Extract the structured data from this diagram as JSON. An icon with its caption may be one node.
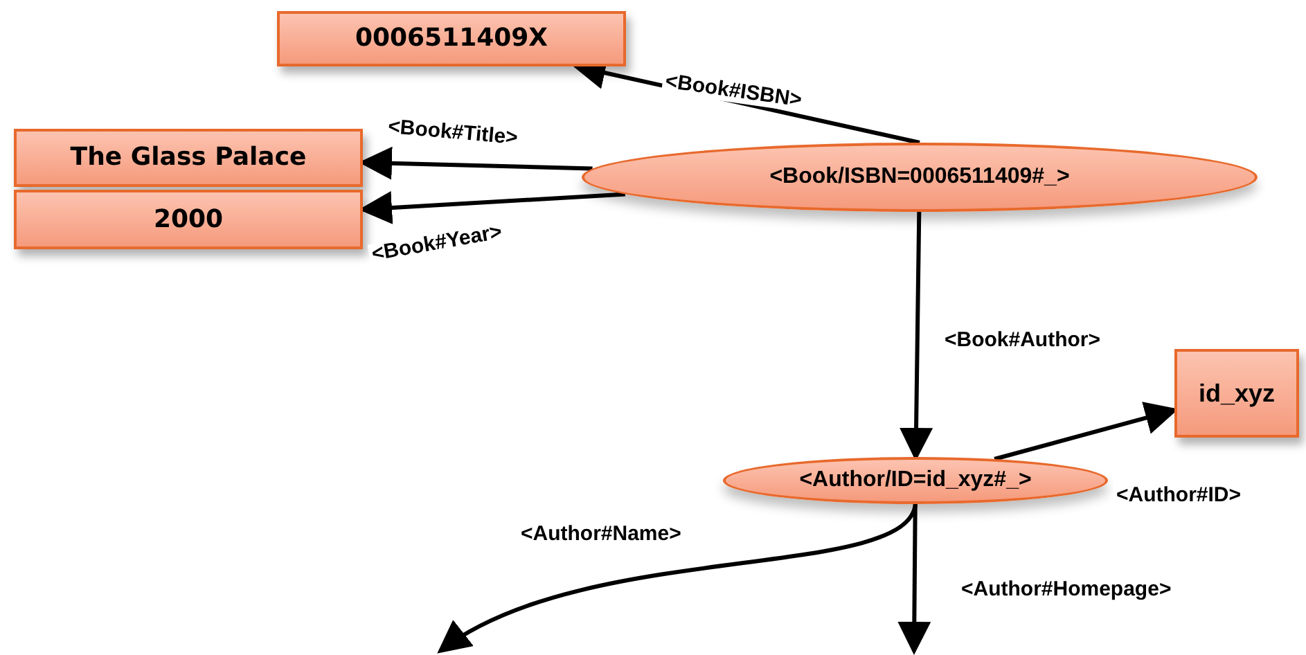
{
  "diagram": {
    "nodes": [
      {
        "text": [
          "0006511409X"
        ]
      },
      {
        "text": [
          "The Glass Palace"
        ]
      },
      {
        "text": [
          "2000"
        ]
      },
      {
        "text": [
          "<Book/ISBN=0006511409#_>"
        ]
      },
      {
        "text": [
          "<Author/ID=id_xyz#_>"
        ]
      },
      {
        "text": [
          "id_xyz"
        ]
      }
    ],
    "edges": [
      {
        "from": 3,
        "to": 0,
        "arrow": "to",
        "label": "<Book#ISBN>"
      },
      {
        "from": 3,
        "to": 1,
        "arrow": "to",
        "label": "<Book#Title>"
      },
      {
        "from": 3,
        "to": 2,
        "arrow": "to",
        "label": "<Book#Year>"
      },
      {
        "from": 3,
        "to": 4,
        "arrow": "to",
        "label": "<Book#Author>"
      },
      {
        "from": 4,
        "to": 5,
        "arrow": "to",
        "label": "<Author#ID>"
      },
      {
        "from": 4,
        "to": null,
        "arrow": "to",
        "label": "<Author#Name>"
      },
      {
        "from": 4,
        "to": null,
        "arrow": "to",
        "label": "<Author#Homepage>"
      }
    ]
  }
}
